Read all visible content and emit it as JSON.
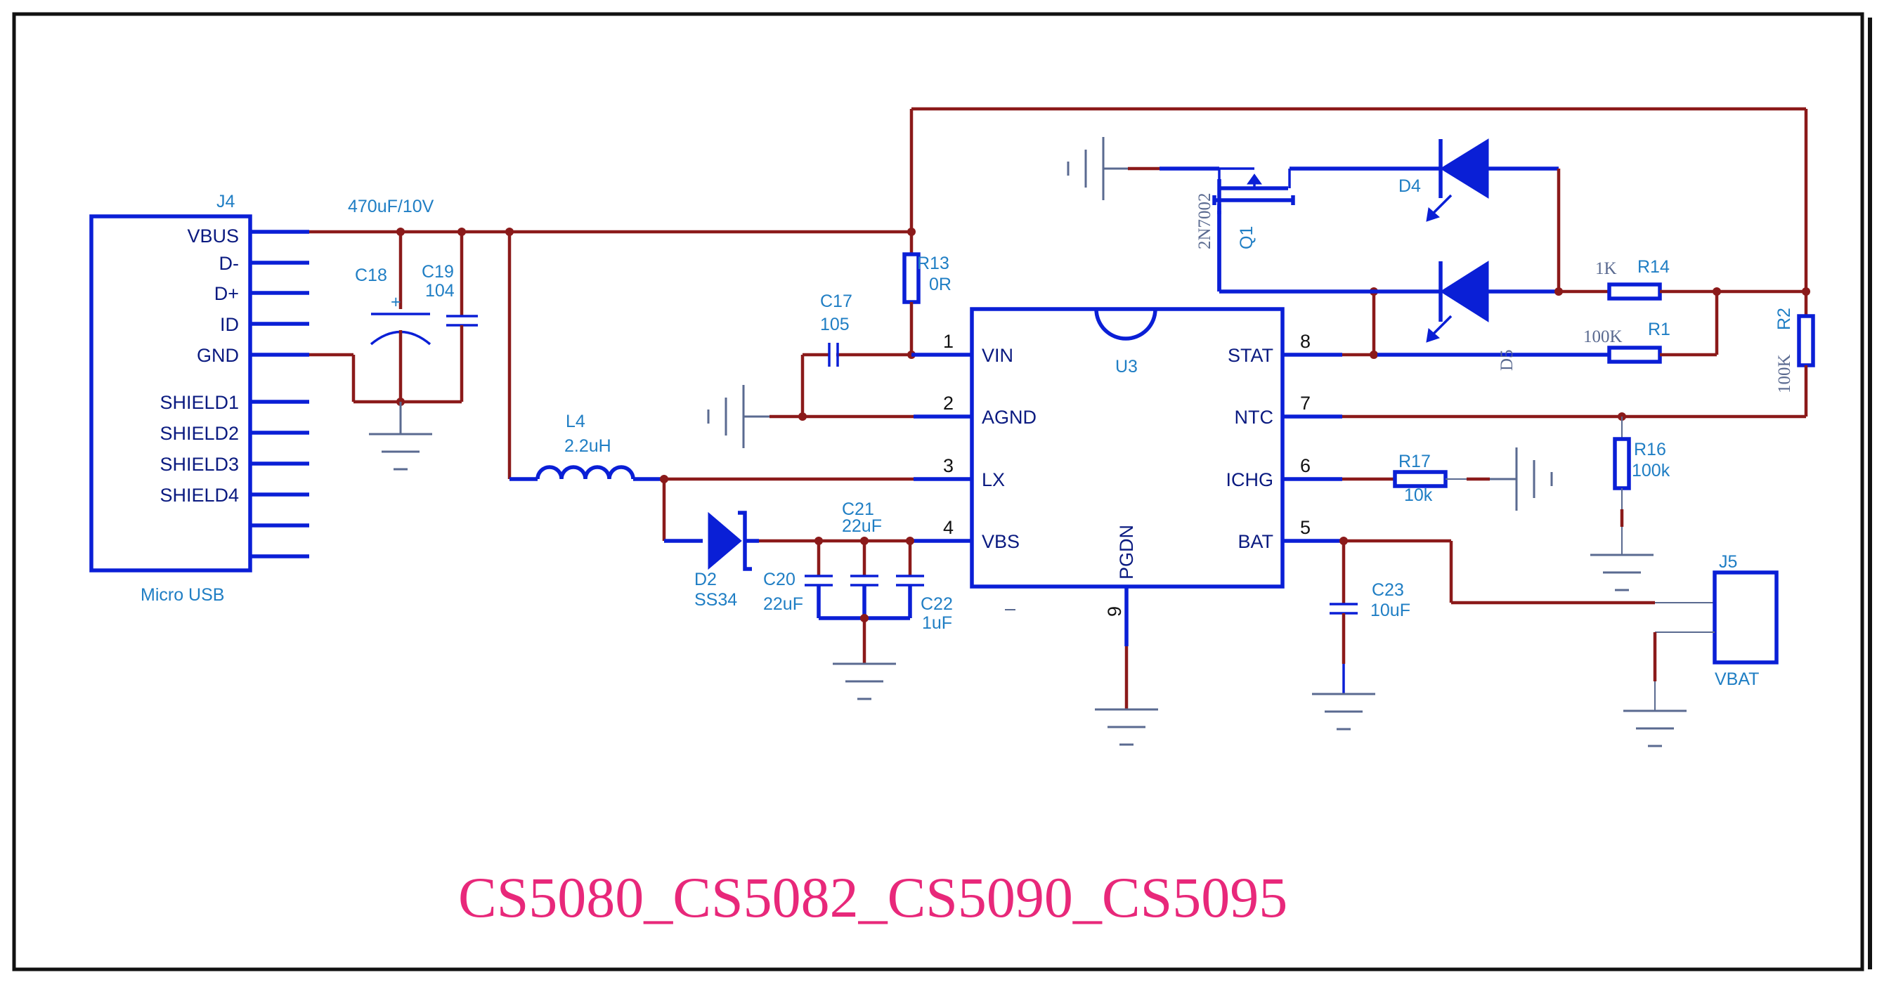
{
  "title": "CS5080_CS5082_CS5090_CS5095",
  "colors": {
    "wire": "#8b1a1a",
    "component": "#0a1fd6",
    "label": "#1f7ec4",
    "title": "#e8287a"
  },
  "connector_j4": {
    "ref": "J4",
    "name": "Micro USB",
    "pins": [
      "VBUS",
      "D-",
      "D+",
      "ID",
      "GND",
      "SHIELD1",
      "SHIELD2",
      "SHIELD3",
      "SHIELD4"
    ]
  },
  "connector_j5": {
    "ref": "J5",
    "name": "VBAT"
  },
  "ic_u3": {
    "ref": "U3",
    "left_pins": [
      {
        "num": "1",
        "name": "VIN"
      },
      {
        "num": "2",
        "name": "AGND"
      },
      {
        "num": "3",
        "name": "LX"
      },
      {
        "num": "4",
        "name": "VBS"
      }
    ],
    "right_pins": [
      {
        "num": "8",
        "name": "STAT"
      },
      {
        "num": "7",
        "name": "NTC"
      },
      {
        "num": "6",
        "name": "ICHG"
      },
      {
        "num": "5",
        "name": "BAT"
      }
    ],
    "bottom_pin": {
      "num": "9",
      "name": "PGDN"
    }
  },
  "components": {
    "bulk_cap_value": "470uF/10V",
    "c18": "C18",
    "c19": {
      "ref": "C19",
      "value": "104"
    },
    "c17": {
      "ref": "C17",
      "value": "105"
    },
    "r13": {
      "ref": "R13",
      "value": "0R"
    },
    "l4": {
      "ref": "L4",
      "value": "2.2uH"
    },
    "d2": {
      "ref": "D2",
      "value": "SS34"
    },
    "c20": {
      "ref": "C20",
      "value": "22uF"
    },
    "c21": {
      "ref": "C21",
      "value": "22uF"
    },
    "c22": {
      "ref": "C22",
      "value": "1uF"
    },
    "c23": {
      "ref": "C23",
      "value": "10uF"
    },
    "r14": {
      "ref": "R14",
      "value": "1K"
    },
    "r1": {
      "ref": "R1",
      "value": "100K"
    },
    "r2": {
      "ref": "R2",
      "value": "100K"
    },
    "r16": {
      "ref": "R16",
      "value": "100k"
    },
    "r17": {
      "ref": "R17",
      "value": "10k"
    },
    "d4": "D4",
    "d5": "D5",
    "q1": {
      "ref": "Q1",
      "value": "2N7002"
    }
  }
}
